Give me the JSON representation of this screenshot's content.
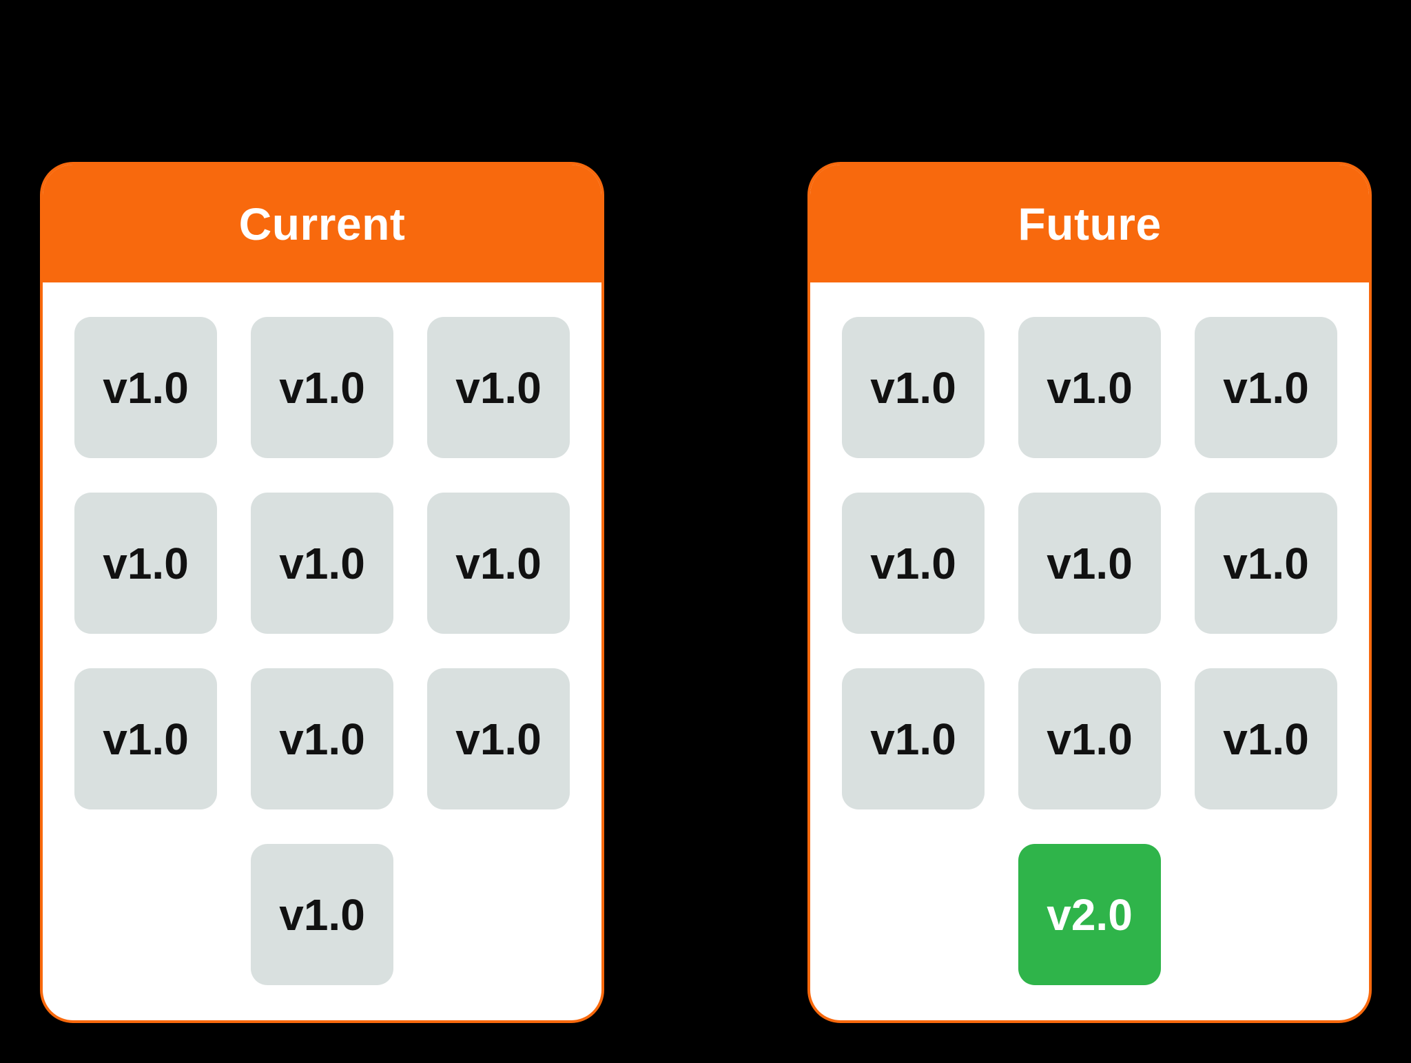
{
  "colors": {
    "background": "#000000",
    "orange": "#F8690D",
    "card_bg": "#FFFFFF",
    "cell_gray": "#D9E0DF",
    "green": "#2FB44A",
    "cell_text": "#111111",
    "header_text": "#FFFFFF"
  },
  "panels": [
    {
      "title": "Current",
      "grid_cells": [
        "v1.0",
        "v1.0",
        "v1.0",
        "v1.0",
        "v1.0",
        "v1.0",
        "v1.0",
        "v1.0",
        "v1.0"
      ],
      "bottom_cell": {
        "label": "v1.0",
        "color": "gray"
      }
    },
    {
      "title": "Future",
      "grid_cells": [
        "v1.0",
        "v1.0",
        "v1.0",
        "v1.0",
        "v1.0",
        "v1.0",
        "v1.0",
        "v1.0",
        "v1.0"
      ],
      "bottom_cell": {
        "label": "v2.0",
        "color": "green"
      }
    }
  ]
}
